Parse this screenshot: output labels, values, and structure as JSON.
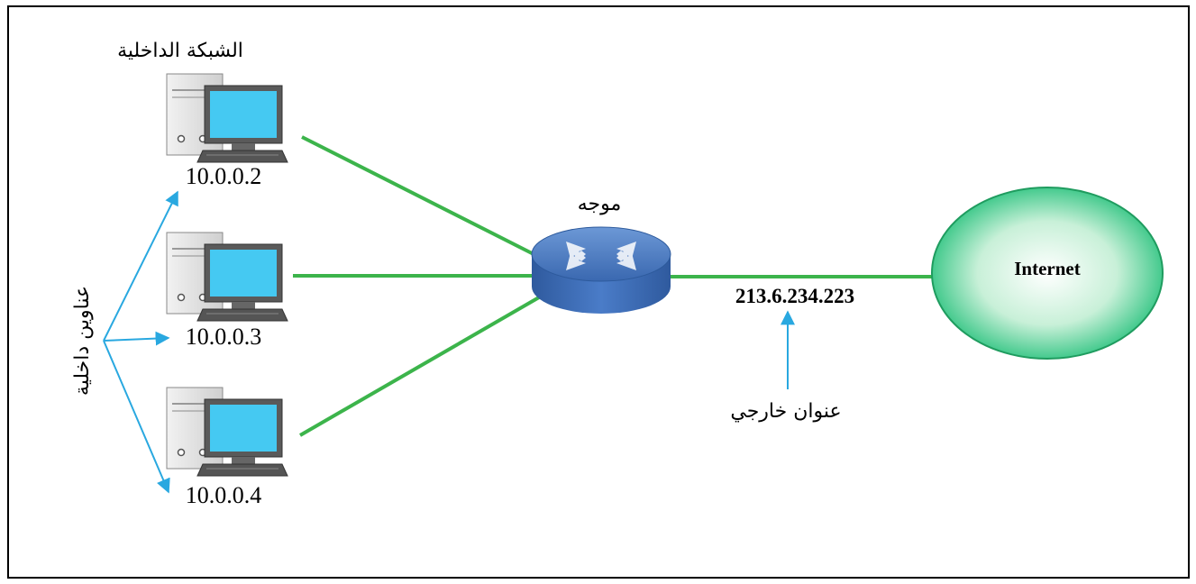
{
  "labels": {
    "internal_network": "الشبكة الداخلية",
    "internal_addresses": "عناوين داخلية",
    "router": "موجه",
    "external_address_caption": "عنوان خارجي",
    "external_ip": "213.6.234.223",
    "internet": "Internet"
  },
  "computers": [
    {
      "ip": "10.0.0.2"
    },
    {
      "ip": "10.0.0.3"
    },
    {
      "ip": "10.0.0.4"
    }
  ],
  "colors": {
    "link_line": "#3cb44b",
    "arrow": "#29a8e0",
    "router_body": "#3d6fb8",
    "internet_fill": "#27c27a",
    "screen": "#45c9f2",
    "border": "#000000"
  },
  "icons": {
    "computer": "desktop-computer-icon",
    "router": "router-icon",
    "cloud": "internet-ellipse"
  }
}
